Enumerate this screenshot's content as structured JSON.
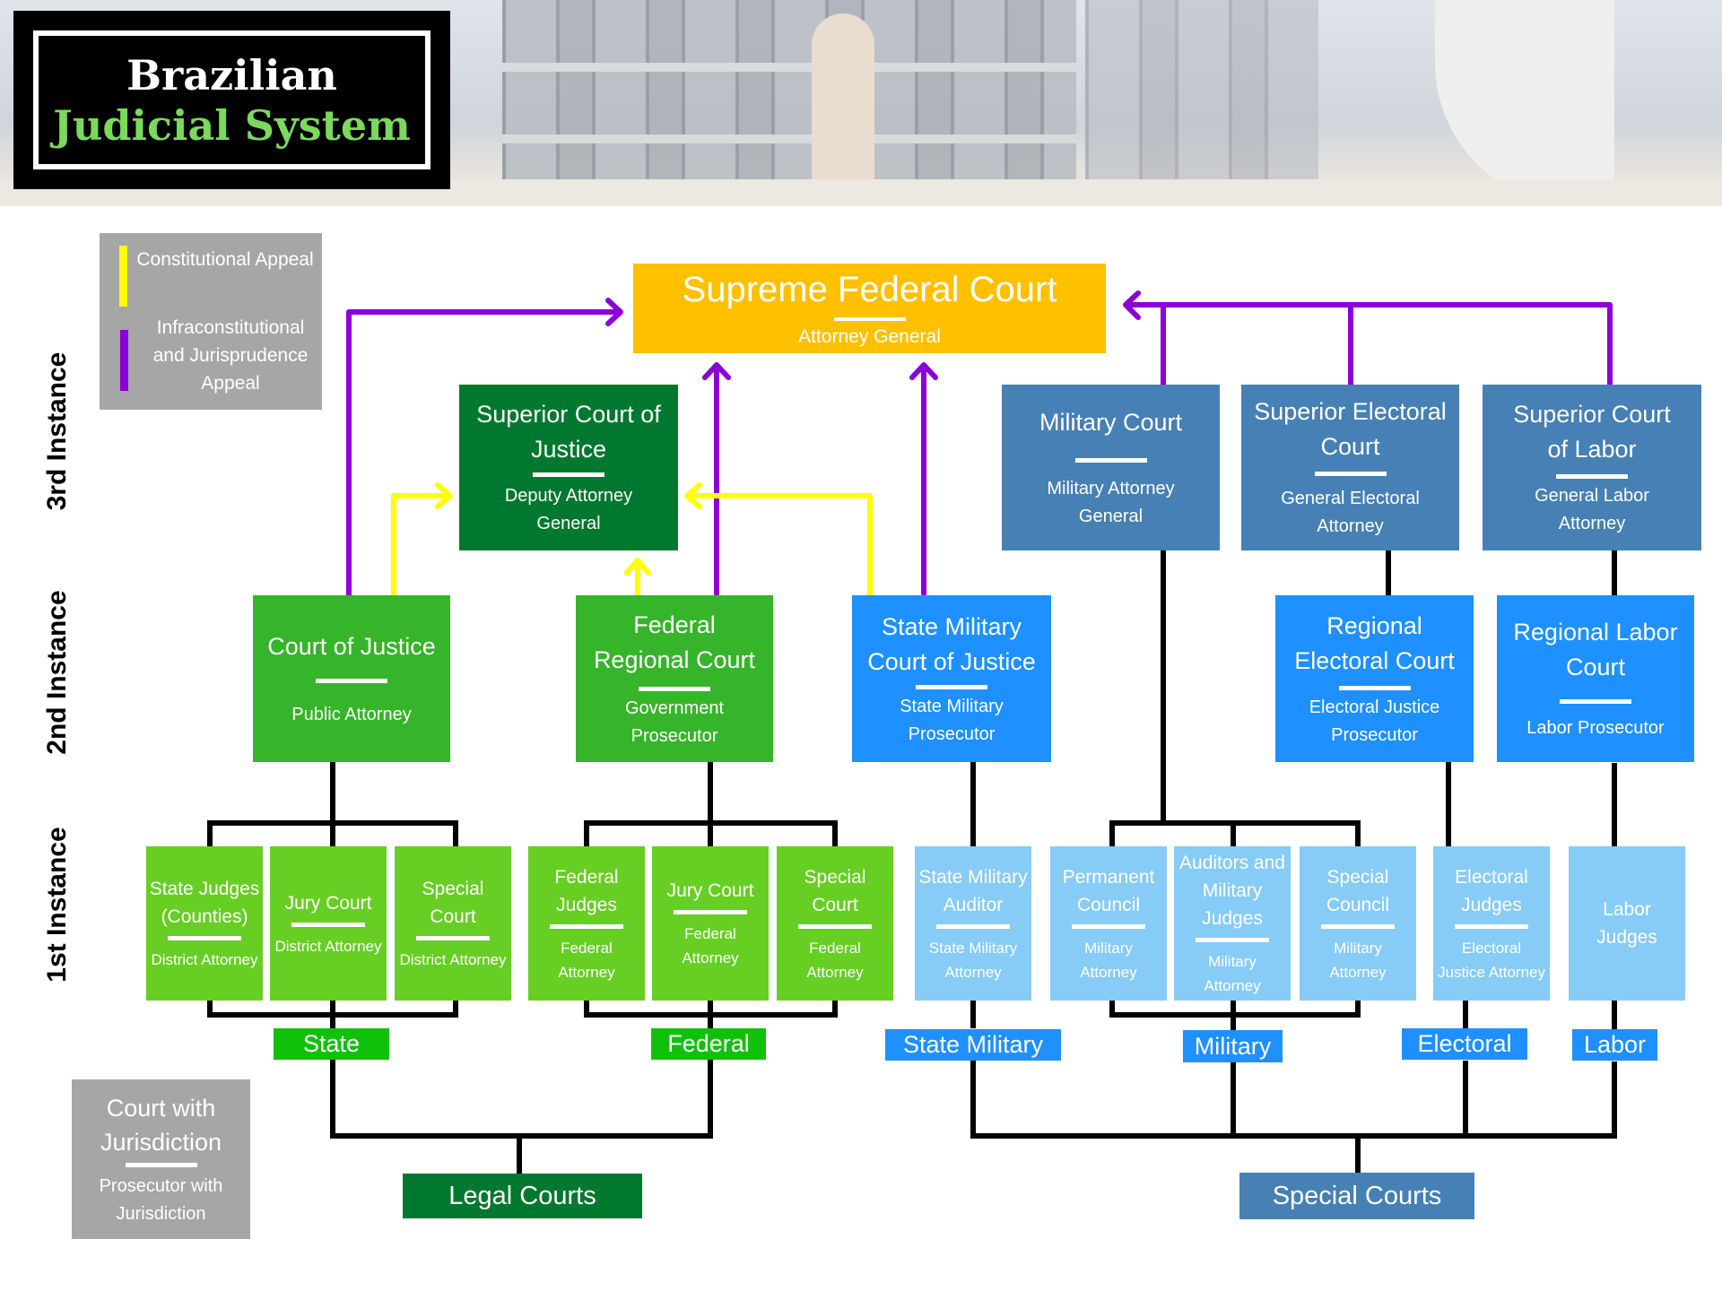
{
  "title": {
    "line1": "Brazilian",
    "line2": "Judicial System"
  },
  "colors": {
    "constitutional_appeal": "#ffff00",
    "infraconstitutional_appeal": "#8b00d6",
    "supreme": "#ffc000",
    "superior_justice": "#00782f",
    "legal_2nd": "#36b42a",
    "legal_1st": "#67ce24",
    "special_3rd": "#4680b4",
    "special_2nd": "#1e90ff",
    "special_1st": "#87cbf7",
    "legend": "#a6a6a6"
  },
  "legend": {
    "constitutional": "Constitutional Appeal",
    "infraconstitutional": "Infraconstitutional and Jurisprudence Appeal"
  },
  "jurisdiction_legend": {
    "court": "Court with Jurisdiction",
    "prosecutor": "Prosecutor with Jurisdiction"
  },
  "instances": {
    "third": "3rd Instance",
    "second": "2nd Instance",
    "first": "1st Instance"
  },
  "supreme": {
    "name": "Supreme Federal Court",
    "prosecutor": "Attorney General"
  },
  "third_instance": [
    {
      "name": "Superior Court of Justice",
      "prosecutor": "Deputy Attorney General"
    },
    {
      "name": "Military Court",
      "prosecutor": "Military Attorney General"
    },
    {
      "name": "Superior Electoral Court",
      "prosecutor": "General Electoral Attorney"
    },
    {
      "name": "Superior Court of Labor",
      "prosecutor": "General Labor Attorney"
    }
  ],
  "second_instance": [
    {
      "name": "Court of Justice",
      "prosecutor": "Public Attorney"
    },
    {
      "name": "Federal Regional Court",
      "prosecutor": "Government Prosecutor"
    },
    {
      "name": "State Military Court of Justice",
      "prosecutor": "State Military Prosecutor"
    },
    {
      "name": "Regional Electoral Court",
      "prosecutor": "Electoral Justice Prosecutor"
    },
    {
      "name": "Regional Labor Court",
      "prosecutor": "Labor Prosecutor"
    }
  ],
  "first_instance": [
    {
      "name": "State Judges (Counties)",
      "prosecutor": "District Attorney"
    },
    {
      "name": "Jury Court",
      "prosecutor": "District Attorney"
    },
    {
      "name": "Special Court",
      "prosecutor": "District Attorney"
    },
    {
      "name": "Federal Judges",
      "prosecutor": "Federal Attorney"
    },
    {
      "name": "Jury Court",
      "prosecutor": "Federal Attorney"
    },
    {
      "name": "Special Court",
      "prosecutor": "Federal Attorney"
    },
    {
      "name": "State Military Auditor",
      "prosecutor": "State Military Attorney"
    },
    {
      "name": "Permanent Council",
      "prosecutor": "Military Attorney"
    },
    {
      "name": "Auditors and Military Judges",
      "prosecutor": "Military Attorney"
    },
    {
      "name": "Special Council",
      "prosecutor": "Military Attorney"
    },
    {
      "name": "Electoral Judges",
      "prosecutor": "Electoral Justice Attorney"
    },
    {
      "name": "Labor Judges",
      "prosecutor": ""
    }
  ],
  "justice_branches": [
    "State",
    "Federal",
    "State Military",
    "Military",
    "Electoral",
    "Labor"
  ],
  "court_groups": {
    "legal": "Legal Courts",
    "special": "Special Courts"
  }
}
